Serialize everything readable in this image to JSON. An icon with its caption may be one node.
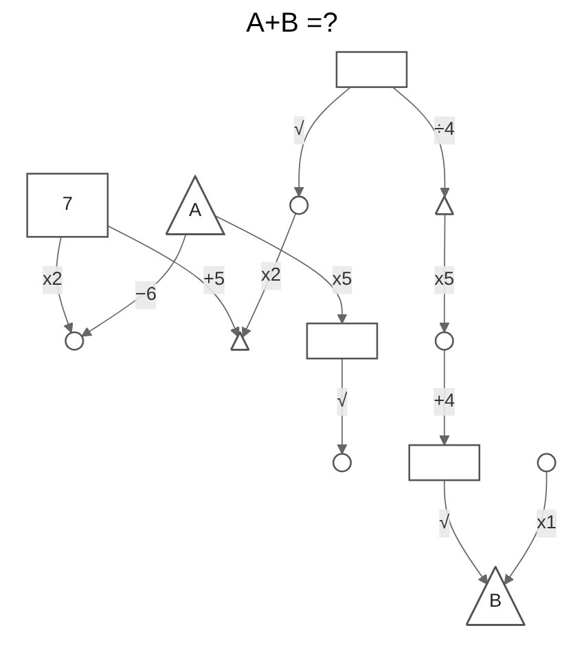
{
  "diagram": {
    "title": "A+B =?",
    "nodes": [
      {
        "text": [
          "7"
        ]
      },
      {
        "text": [],
        "shape": "circle"
      },
      {
        "text": [],
        "shape": "triangle"
      },
      {
        "text": [
          "A"
        ]
      },
      {
        "text": [],
        "shape": "box"
      },
      {
        "text": [],
        "shape": "circle"
      },
      {
        "text": [],
        "shape": "circle"
      },
      {
        "text": [],
        "shape": "box"
      },
      {
        "text": [],
        "shape": "triangle"
      },
      {
        "text": [],
        "shape": "circle"
      },
      {
        "text": [],
        "shape": "box"
      },
      {
        "text": [
          "B"
        ]
      },
      {
        "text": [],
        "shape": "circle"
      }
    ],
    "edges": [
      {
        "from": 0,
        "to": 1,
        "arrow": "to",
        "label": "x2"
      },
      {
        "from": 0,
        "to": 2,
        "arrow": "to",
        "label": "+5"
      },
      {
        "from": 3,
        "to": 1,
        "arrow": "to",
        "label": "−6"
      },
      {
        "from": 3,
        "to": 4,
        "arrow": "to",
        "label": "x5"
      },
      {
        "from": 4,
        "to": 5,
        "arrow": "to",
        "label": "√"
      },
      {
        "from": 6,
        "to": 2,
        "arrow": "to",
        "label": "x2"
      },
      {
        "from": 7,
        "to": 6,
        "arrow": "to",
        "label": "√"
      },
      {
        "from": 7,
        "to": 8,
        "arrow": "to",
        "label": "÷4"
      },
      {
        "from": 8,
        "to": 9,
        "arrow": "to",
        "label": "x5"
      },
      {
        "from": 9,
        "to": 10,
        "arrow": "to",
        "label": "+4"
      },
      {
        "from": 10,
        "to": 11,
        "arrow": "to",
        "label": "√"
      },
      {
        "from": 12,
        "to": 11,
        "arrow": "to",
        "label": "x1"
      }
    ]
  }
}
